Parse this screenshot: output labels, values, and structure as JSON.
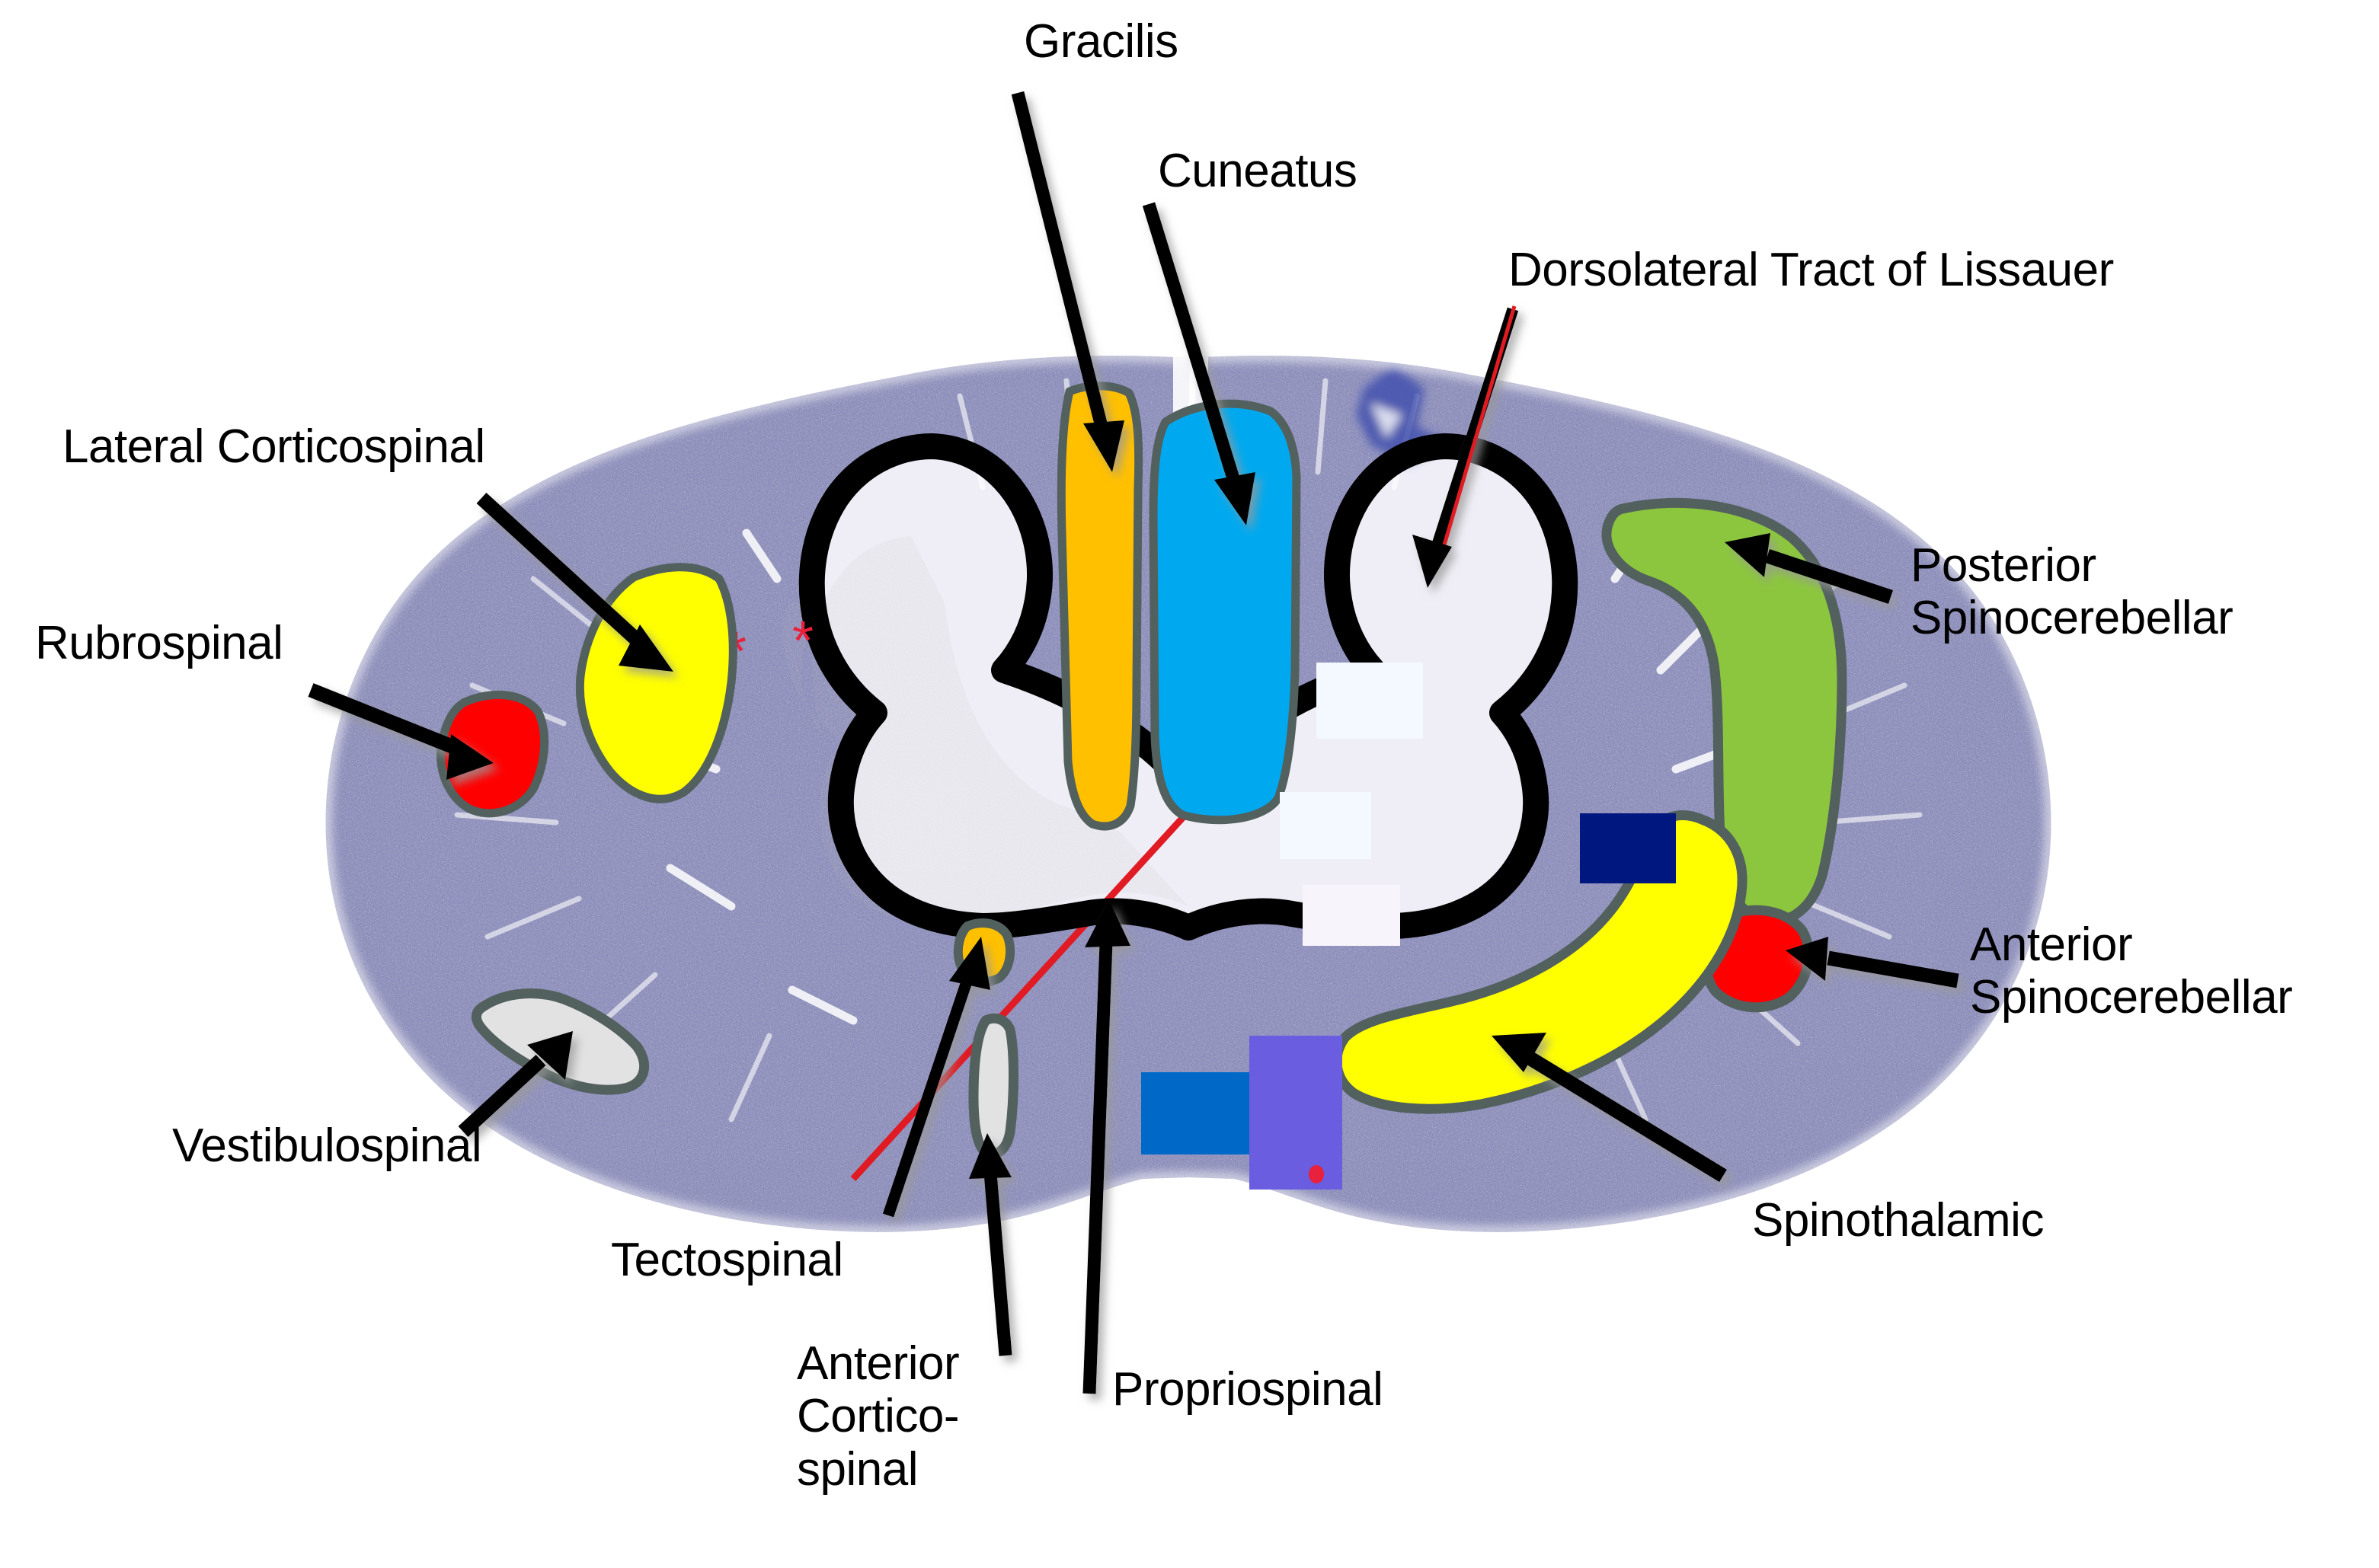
{
  "figure": {
    "type": "annotated-histology-diagram",
    "subject": "Spinal cord cross-section with labeled white matter tracts",
    "background_color": "#ffffff",
    "cord": {
      "tissue_color": "#7b7ec4",
      "tissue_color_light": "#b8b9dd",
      "gray_matter_color": "#eceaf4",
      "gray_matter_outline_color": "#000000",
      "central_canal_color": "#3d3f8a",
      "anterior_median_fissure_color": "#e01b24"
    },
    "tract_outline_color": "#52605e",
    "asterisk_color": "#e8213c",
    "asterisk_glyph": "*"
  },
  "labels": [
    {
      "id": "gracilis",
      "text": "Gracilis",
      "color_key": "gracilis",
      "swatch": "#ffc000",
      "position": "top-center",
      "arrow": "down-right"
    },
    {
      "id": "cuneatus",
      "text": "Cuneatus",
      "color_key": "cuneatus",
      "swatch": "#00a9ef",
      "position": "top-center-right",
      "arrow": "down-right"
    },
    {
      "id": "dorsolateral-tract-of-lissauer",
      "text": "Dorsolateral Tract of Lissauer",
      "color_key": "lissauer",
      "swatch": "#e01b24",
      "position": "top-right",
      "arrow": "down-left"
    },
    {
      "id": "lateral-corticospinal",
      "text": "Lateral Corticospinal",
      "color_key": "lateral_corticospinal",
      "swatch": "#ffff00",
      "position": "left-upper",
      "arrow": "down-right"
    },
    {
      "id": "rubrospinal",
      "text": "Rubrospinal",
      "color_key": "rubrospinal",
      "swatch": "#ff0000",
      "position": "left",
      "arrow": "right-down"
    },
    {
      "id": "vestibulospinal",
      "text": "Vestibulospinal",
      "color_key": "vestibulospinal",
      "swatch": "#e2e2e2",
      "position": "left-lower",
      "arrow": "up-right"
    },
    {
      "id": "tectospinal",
      "text": "Tectospinal",
      "color_key": "tectospinal",
      "swatch": "#ffc000",
      "position": "bottom-left-center",
      "arrow": "up-left"
    },
    {
      "id": "anterior-corticospinal",
      "lines": [
        "Anterior",
        "Cortico-",
        "spinal"
      ],
      "text": "Anterior Cortico-spinal",
      "color_key": "anterior_corticospinal",
      "swatch": "#e2e2e2",
      "position": "bottom-center-left",
      "arrow": "up"
    },
    {
      "id": "propriospinal",
      "text": "Propriospinal",
      "color_key": "propriospinal",
      "swatch": "#000000",
      "position": "bottom-center",
      "arrow": "up"
    },
    {
      "id": "spinothalamic",
      "text": "Spinothalamic",
      "color_key": "spinothalamic",
      "swatch": "#ffff00",
      "position": "bottom-right",
      "arrow": "up-left"
    },
    {
      "id": "posterior-spinocerebellar",
      "lines": [
        "Posterior",
        "Spinocerebellar"
      ],
      "text": "Posterior Spinocerebellar",
      "color_key": "posterior_spinocerebellar",
      "swatch": "#8cc63e",
      "position": "right-upper",
      "arrow": "left"
    },
    {
      "id": "anterior-spinocerebellar",
      "lines": [
        "Anterior",
        "Spinocerebellar"
      ],
      "text": "Anterior Spinocerebellar",
      "color_key": "anterior_spinocerebellar",
      "swatch": "#ff0000",
      "position": "right-lower",
      "arrow": "left"
    }
  ],
  "tract_colors": {
    "gracilis": "#ffc000",
    "cuneatus": "#00a9ef",
    "lateral_corticospinal": "#ffff00",
    "rubrospinal": "#ff0000",
    "vestibulospinal": "#e2e2e2",
    "tectospinal": "#ffc000",
    "anterior_corticospinal": "#e2e2e2",
    "spinothalamic": "#ffff00",
    "posterior_spinocerebellar": "#8cc63e",
    "anterior_spinocerebellar": "#ff0000",
    "reticulospinal_dark_blue": "#00177f",
    "medial_longitudinal_blue": "#0069c8",
    "medial_longitudinal_violet": "#6a5de0",
    "unlabeled_white_patch": "#f7faff",
    "outline": "#52605e"
  }
}
